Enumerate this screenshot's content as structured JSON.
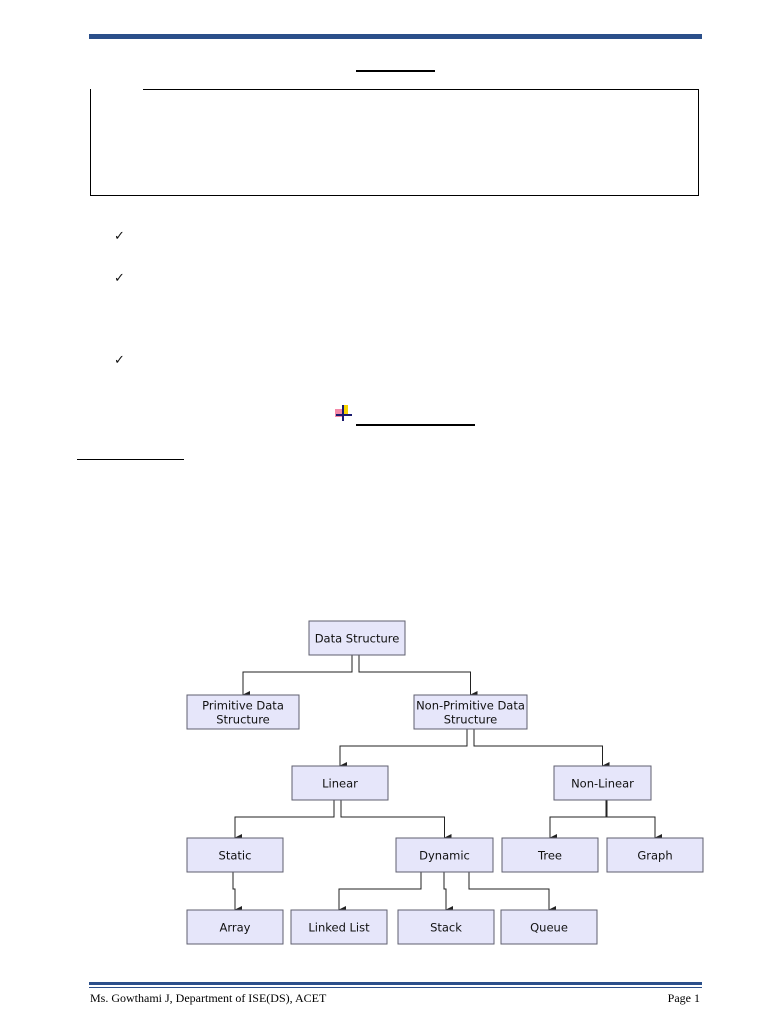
{
  "header": {
    "rule_color": "#2b4f8a"
  },
  "checkmarks": [
    "✓",
    "✓",
    "✓"
  ],
  "diagram": {
    "nodes": [
      {
        "id": "ds",
        "lines": [
          "Data Structure"
        ]
      },
      {
        "id": "prim",
        "lines": [
          "Primitive Data",
          "Structure"
        ]
      },
      {
        "id": "nonprim",
        "lines": [
          "Non-Primitive Data",
          "Structure"
        ]
      },
      {
        "id": "linear",
        "lines": [
          "Linear"
        ]
      },
      {
        "id": "nonlinear",
        "lines": [
          "Non-Linear"
        ]
      },
      {
        "id": "static",
        "lines": [
          "Static"
        ]
      },
      {
        "id": "dynamic",
        "lines": [
          "Dynamic"
        ]
      },
      {
        "id": "tree",
        "lines": [
          "Tree"
        ]
      },
      {
        "id": "graph",
        "lines": [
          "Graph"
        ]
      },
      {
        "id": "array",
        "lines": [
          "Array"
        ]
      },
      {
        "id": "linkedlist",
        "lines": [
          "Linked List"
        ]
      },
      {
        "id": "stack",
        "lines": [
          "Stack"
        ]
      },
      {
        "id": "queue",
        "lines": [
          "Queue"
        ]
      }
    ],
    "edges": [
      [
        "ds",
        "prim"
      ],
      [
        "ds",
        "nonprim"
      ],
      [
        "nonprim",
        "linear"
      ],
      [
        "nonprim",
        "nonlinear"
      ],
      [
        "linear",
        "static"
      ],
      [
        "linear",
        "dynamic"
      ],
      [
        "nonlinear",
        "tree"
      ],
      [
        "nonlinear",
        "graph"
      ],
      [
        "static",
        "array"
      ],
      [
        "dynamic",
        "linkedlist"
      ],
      [
        "dynamic",
        "stack"
      ],
      [
        "dynamic",
        "queue"
      ]
    ],
    "node_fill": "#e6e6fa"
  },
  "footer": {
    "left": "Ms. Gowthami J, Department of ISE(DS), ACET",
    "right": "Page 1"
  }
}
